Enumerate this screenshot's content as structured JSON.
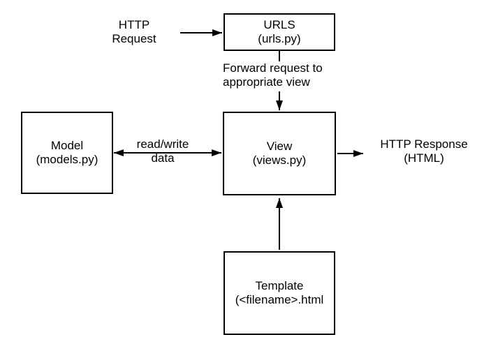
{
  "nodes": {
    "urls": {
      "title": "URLS",
      "subtitle": "(urls.py)"
    },
    "model": {
      "title": "Model",
      "subtitle": "(models.py)"
    },
    "view": {
      "title": "View",
      "subtitle": "(views.py)"
    },
    "template": {
      "title": "Template",
      "subtitle": "(<filename>.html"
    }
  },
  "labels": {
    "http_request": {
      "line1": "HTTP",
      "line2": "Request"
    },
    "forward": {
      "line1": "Forward request to",
      "line2": "appropriate view"
    },
    "read_write": {
      "line1": "read/write",
      "line2": "data"
    },
    "http_response": {
      "line1": "HTTP Response",
      "line2": "(HTML)"
    }
  },
  "colors": {
    "line": "#000000",
    "text": "#000000",
    "box_fill": "#ffffff",
    "background": "#ffffff"
  }
}
